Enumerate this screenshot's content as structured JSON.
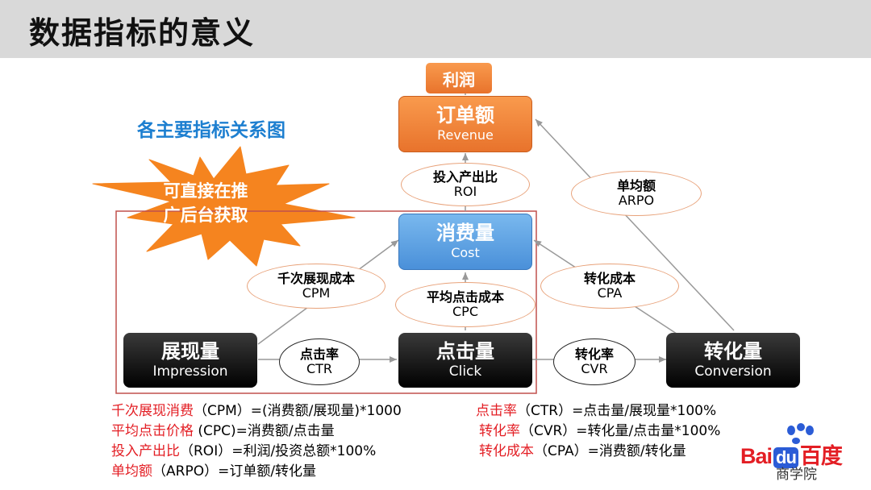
{
  "header": {
    "title": "数据指标的意义"
  },
  "subtitle": "各主要指标关系图",
  "starburst": {
    "line1": "可直接在推",
    "line2": "广后台获取"
  },
  "profit": "利润",
  "nodes": {
    "revenue": {
      "main": "订单额",
      "sub": "Revenue"
    },
    "cost": {
      "main": "消费量",
      "sub": "Cost"
    },
    "impression": {
      "main": "展现量",
      "sub": "Impression"
    },
    "click": {
      "main": "点击量",
      "sub": "Click"
    },
    "conversion": {
      "main": "转化量",
      "sub": "Conversion"
    }
  },
  "ovals": {
    "roi": {
      "main": "投入产出比",
      "sub": "ROI"
    },
    "arpo": {
      "main": "单均额",
      "sub": "ARPO"
    },
    "cpm": {
      "main": "千次展现成本",
      "sub": "CPM"
    },
    "cpc": {
      "main": "平均点击成本",
      "sub": "CPC"
    },
    "cpa": {
      "main": "转化成本",
      "sub": "CPA"
    },
    "ctr": {
      "main": "点击率",
      "sub": "CTR"
    },
    "cvr": {
      "main": "转化率",
      "sub": "CVR"
    }
  },
  "formulas": {
    "cpm": {
      "term": "千次展现消费",
      "rest": "（CPM）=(消费额/展现量)*1000"
    },
    "cpc": {
      "term": "平均点击价格",
      "rest": " (CPC)=消费额/点击量"
    },
    "roi": {
      "term": "投入产出比",
      "rest": "（ROI）=利润/投资总额*100%"
    },
    "arpo": {
      "term": "单均额",
      "rest": "（ARPO）=订单额/转化量"
    },
    "ctr": {
      "term": "点击率",
      "rest": "（CTR）=点击量/展现量*100%"
    },
    "cvr": {
      "term": "转化率",
      "rest": "（CVR）=转化量/点击量*100%"
    },
    "cpa": {
      "term": "转化成本",
      "rest": "（CPA）=消费额/转化量"
    }
  },
  "logo": {
    "bai": "Bai",
    "du": "du",
    "baidu_cn": "百度",
    "school": "商学院"
  },
  "colors": {
    "red": "#e31e24",
    "blue_text": "#1d7fd0",
    "orange": "#e8732c",
    "box_blue": "#4a90d9"
  }
}
